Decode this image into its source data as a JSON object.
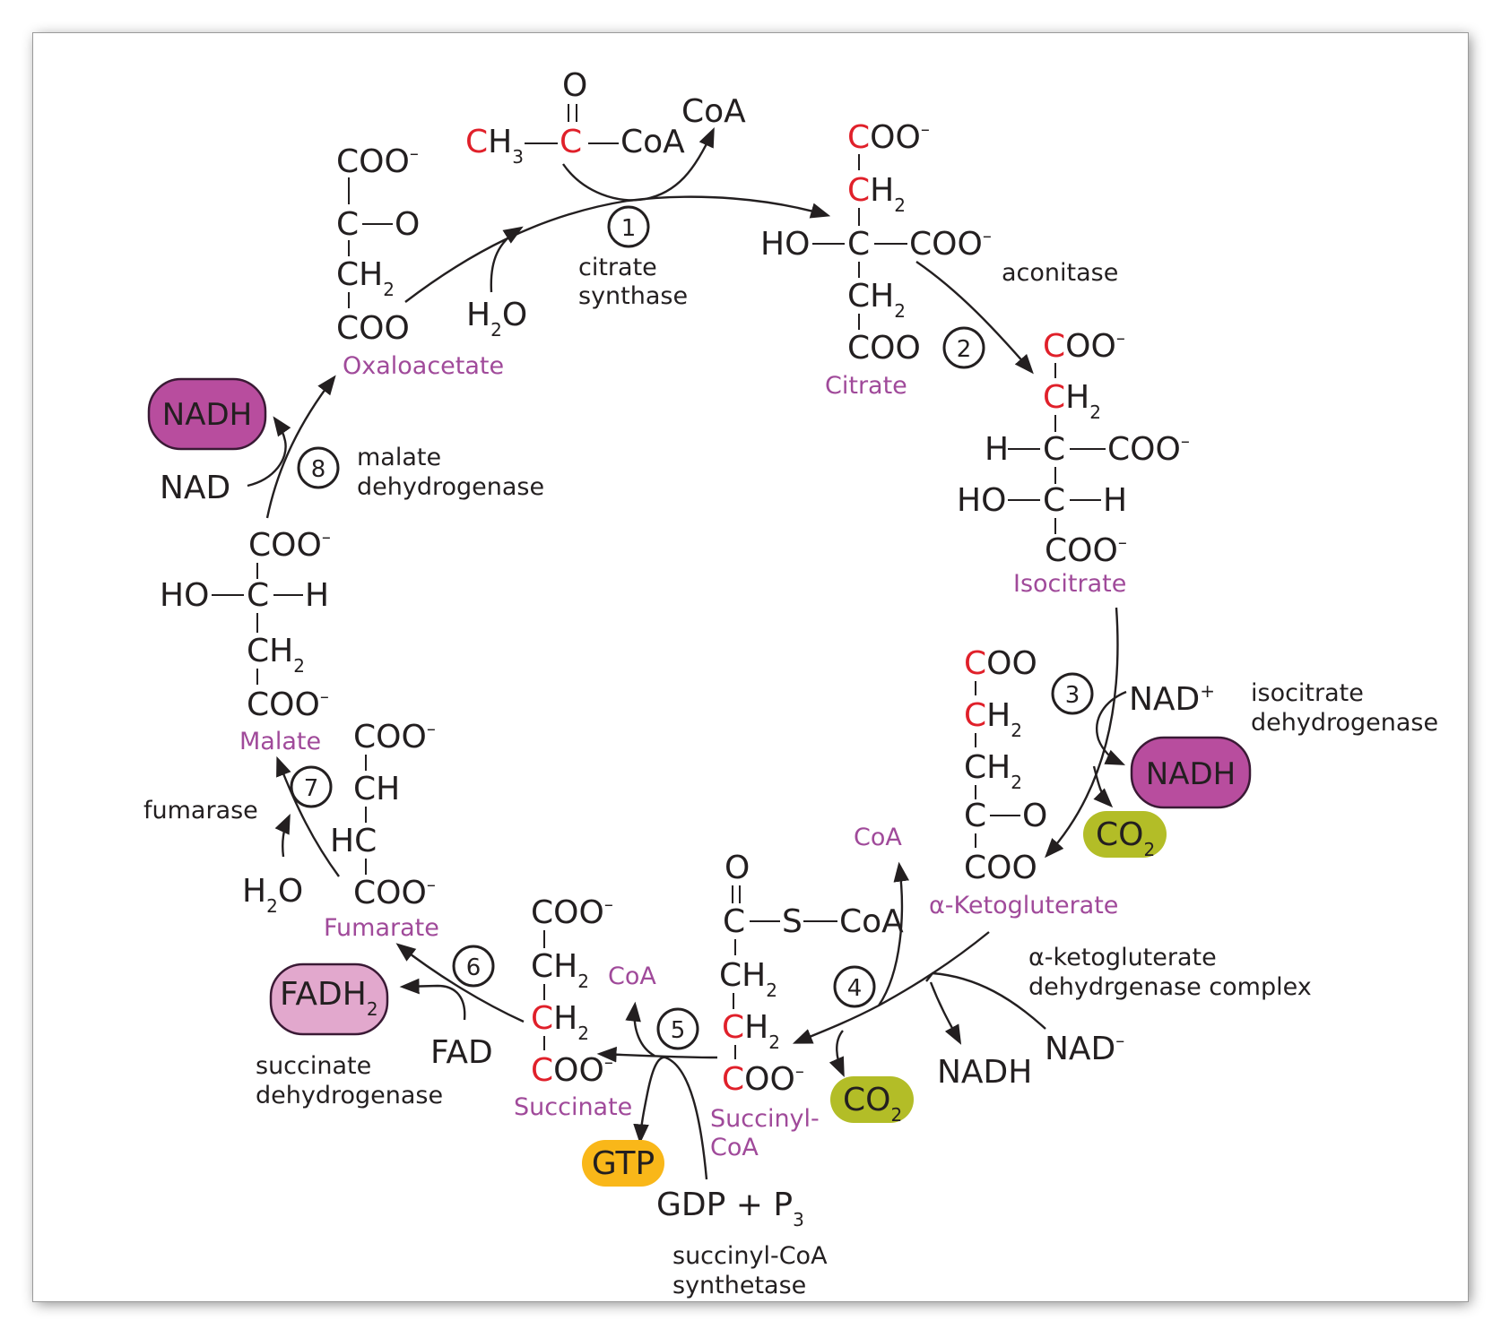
{
  "title": "Citric acid cycle",
  "colors": {
    "carbon_highlight": "#e0202a",
    "molecule_name": "#a04a9a",
    "nadh_pill": "#b84d9e",
    "co2_pill": "#b3bd27",
    "gtp_pill": "#f9b719",
    "fadh2_pill": "#e2a8cd"
  },
  "molecules": {
    "acetyl_coa": {
      "ch3": "C",
      "h3": "H",
      "h3_sub": "3",
      "carbonyl_o": "O",
      "c": "C",
      "coa": "CoA"
    },
    "oxaloacetate": {
      "name": "Oxaloacetate",
      "line1": "COO",
      "line1_sup": "–",
      "line2_c": "C",
      "line2_o": "O",
      "line3": "CH",
      "line3_sub": "2",
      "line4": "COO"
    },
    "citrate": {
      "name": "Citrate",
      "line1": "OO",
      "line1_c": "C",
      "line1_sup": "–",
      "line2_c": "C",
      "line2_h": "H",
      "line2_sub": "2",
      "line3_ho": "HO",
      "line3_c": "C",
      "line3_coo": "COO",
      "line3_sup": "–",
      "line4": "CH",
      "line4_sub": "2",
      "line5": "COO"
    },
    "isocitrate": {
      "name": "Isocitrate",
      "line1_c": "C",
      "line1": "OO",
      "line1_sup": "–",
      "line2_c": "C",
      "line2_h": "H",
      "line2_sub": "2",
      "line3_h": "H",
      "line3_c": "C",
      "line3_coo": "COO",
      "line3_sup": "–",
      "line4_ho": "HO",
      "line4_c": "C",
      "line4_h": "H",
      "line5": "COO",
      "line5_sup": "–"
    },
    "alpha_ketoglutarate": {
      "name": "α-Ketogluterate",
      "line1_c": "C",
      "line1": "OO",
      "line2_c": "C",
      "line2_h": "H",
      "line2_sub": "2",
      "line3": "CH",
      "line3_sub": "2",
      "line4_c": "C",
      "line4_o": "O",
      "line5": "COO"
    },
    "succinyl_coa": {
      "name_line1": "Succinyl-",
      "name_line2": "CoA",
      "o": "O",
      "c": "C",
      "s": "S",
      "coa": "CoA",
      "line3": "CH",
      "line3_sub": "2",
      "line4_c": "C",
      "line4_h": "H",
      "line4_sub": "2",
      "line5_c": "C",
      "line5": "OO",
      "line5_sup": "–"
    },
    "succinate": {
      "name": "Succinate",
      "line1": "COO",
      "line1_sup": "–",
      "line2": "CH",
      "line2_sub": "2",
      "line3_c": "C",
      "line3_h": "H",
      "line3_sub": "2",
      "line4_c": "C",
      "line4": "OO",
      "line4_sup": "–"
    },
    "fumarate": {
      "name": "Fumarate",
      "line1": "COO",
      "line1_sup": "–",
      "line2": "CH",
      "line3": "HC",
      "line4": "COO",
      "line4_sup": "–"
    },
    "malate": {
      "name": "Malate",
      "line1": "COO",
      "line1_sup": "–",
      "line2_ho": "HO",
      "line2_c": "C",
      "line2_h": "H",
      "line3": "CH",
      "line3_sub": "2",
      "line4": "COO",
      "line4_sup": "–"
    }
  },
  "steps": [
    {
      "number": "1",
      "enzyme_line1": "citrate",
      "enzyme_line2": "synthase"
    },
    {
      "number": "2",
      "enzyme_line1": "aconitase",
      "enzyme_line2": ""
    },
    {
      "number": "3",
      "enzyme_line1": "isocitrate",
      "enzyme_line2": "dehydrogenase"
    },
    {
      "number": "4",
      "enzyme_line1": "α-ketogluterate",
      "enzyme_line2": "dehydrgenase complex"
    },
    {
      "number": "5",
      "enzyme_line1": "succinyl-CoA",
      "enzyme_line2": "synthetase"
    },
    {
      "number": "6",
      "enzyme_line1": "succinate",
      "enzyme_line2": "dehydrogenase"
    },
    {
      "number": "7",
      "enzyme_line1": "fumarase",
      "enzyme_line2": ""
    },
    {
      "number": "8",
      "enzyme_line1": "malate",
      "enzyme_line2": "dehydrogenase"
    }
  ],
  "cofactors": {
    "coa_released_1": "CoA",
    "h2o_1": {
      "h": "H",
      "sub": "2",
      "o": "O"
    },
    "nad_plus_3": {
      "text": "NAD",
      "sup": "+"
    },
    "nadh_3": "NADH",
    "co2_3": {
      "text": "CO",
      "sub": "2"
    },
    "coa_4": "CoA",
    "co2_4": {
      "text": "CO",
      "sub": "2"
    },
    "nadh_4": "NADH",
    "nad_4": {
      "text": "NAD",
      "sup": "–"
    },
    "coa_5": "CoA",
    "gtp_5": "GTP",
    "gdp_5": {
      "text": "GDP + P",
      "sub": "3"
    },
    "fadh2_6": {
      "text": "FADH",
      "sub": "2"
    },
    "fad_6": "FAD",
    "h2o_7": {
      "h": "H",
      "sub": "2",
      "o": "O"
    },
    "nad_8": "NAD",
    "nadh_8": "NADH"
  }
}
